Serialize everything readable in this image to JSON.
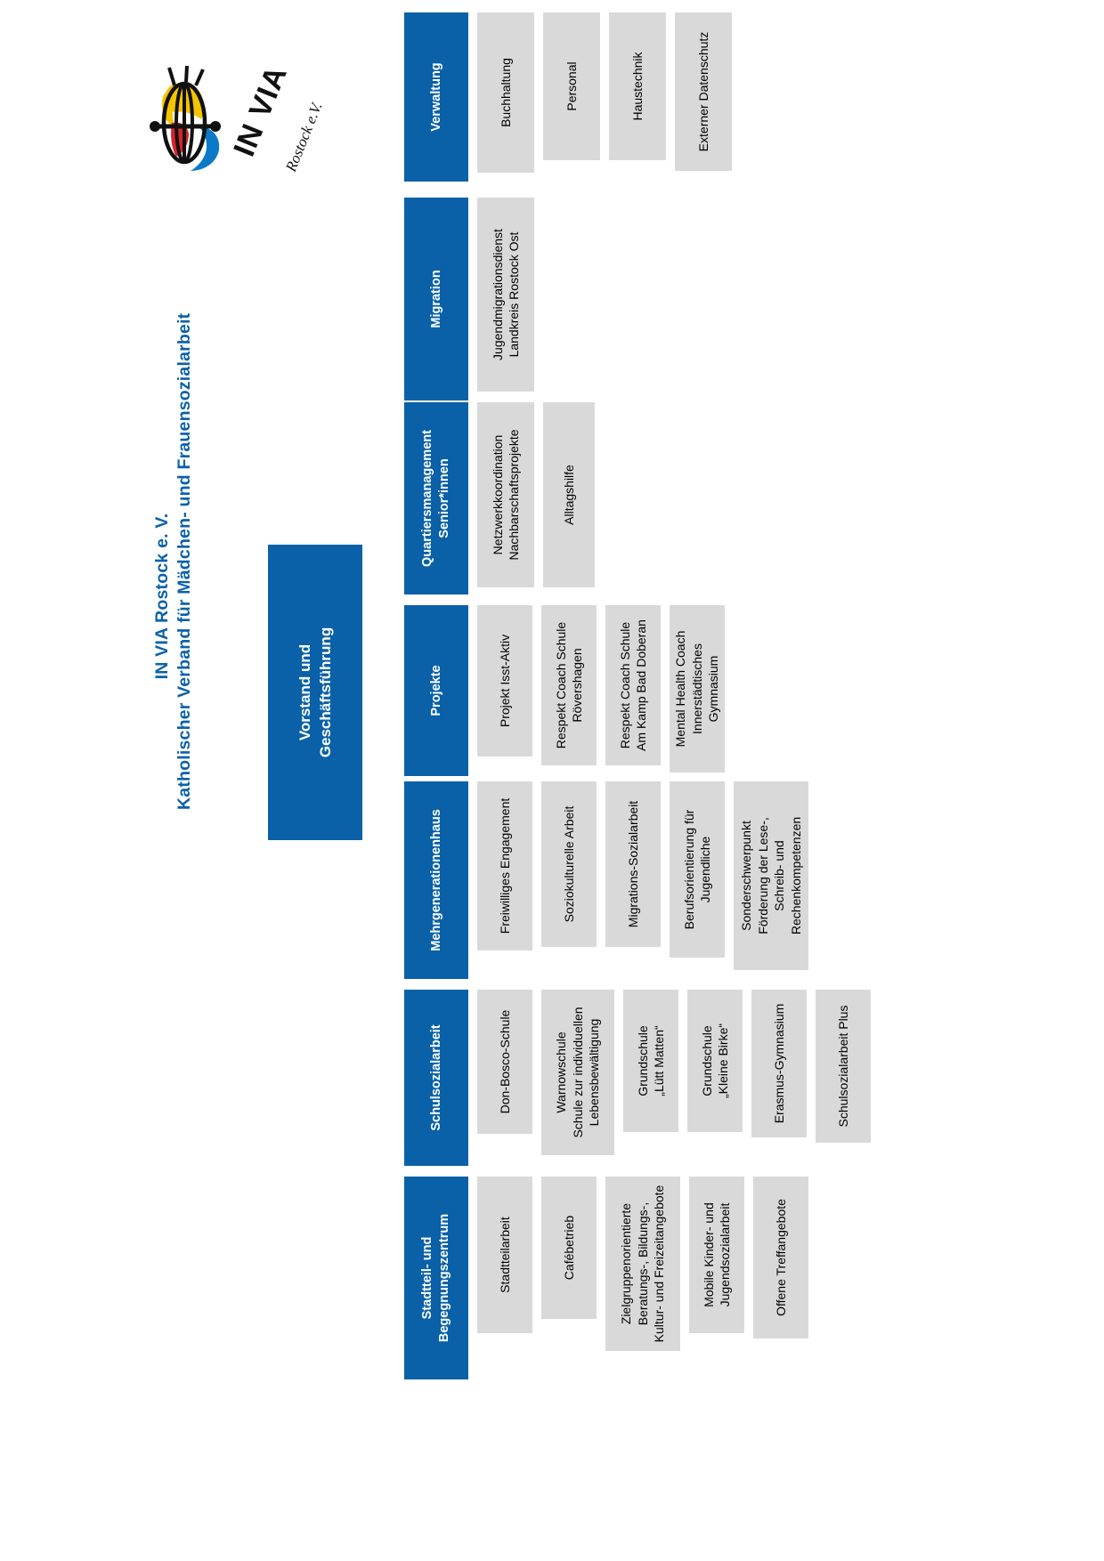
{
  "document": {
    "organization": "IN VIA Rostock e. V.",
    "title_line1": "IN VIA Rostock e. V.",
    "title_line2": "Katholischer Verband für Mädchen- und Frauensozialarbeit",
    "logo_text_main": "IN VIA",
    "logo_text_sub": "Rostock e.V.",
    "colors": {
      "brand_blue": "#0A61A8",
      "box_gray": "#D9D9D9",
      "logo_yellow": "#F5C400",
      "logo_red": "#D8232A",
      "logo_blue": "#0A79C8",
      "logo_black": "#000000",
      "text_white": "#FFFFFF",
      "text_black": "#000000"
    }
  },
  "top_node": {
    "label": "Vorstand und\nGeschäftsführung"
  },
  "departments": [
    {
      "id": "verwaltung",
      "label": "Verwaltung",
      "items": [
        "Buchhaltung",
        "Personal",
        "Haustechnik",
        "Externer Datenschutz"
      ]
    },
    {
      "id": "migration",
      "label": "Migration",
      "items": [
        "Jugendmigrationsdienst\nLandkreis Rostock Ost"
      ]
    },
    {
      "id": "quartiersmanagement",
      "label": "Quartiersmanagement\nSenior*innen",
      "items": [
        "Netzwerkkoordination\nNachbarschaftsprojekte",
        "Alltagshilfe"
      ]
    },
    {
      "id": "projekte",
      "label": "Projekte",
      "items": [
        "Projekt Isst-Aktiv",
        "Respekt Coach Schule\nRövershagen",
        "Respekt Coach Schule\nAm Kamp Bad Doberan",
        "Mental Health Coach\nInnerstädtisches\nGymnasium"
      ]
    },
    {
      "id": "mehrgenerationenhaus",
      "label": "Mehrgenerationenhaus",
      "items": [
        "Freiwilliges Engagement",
        "Soziokulturelle Arbeit",
        "Migrations-Sozialarbeit",
        "Berufsorientierung für\nJugendliche",
        "Sonderschwerpunkt\nFörderung der Lese-,\nSchreib- und\nRechenkompetenzen"
      ]
    },
    {
      "id": "schulsozialarbeit",
      "label": "Schulsozialarbeit",
      "items": [
        "Don-Bosco-Schule",
        "Warnowschule\nSchule zur individuellen\nLebensbewältigung",
        "Grundschule\n„Lütt Matten“",
        "Grundschule\n„Kleine Birke“",
        "Erasmus-Gymnasium",
        "Schulsozialarbeit Plus"
      ]
    },
    {
      "id": "stadtteil",
      "label": "Stadtteil- und\nBegegnungszentrum",
      "items": [
        "Stadtteilarbeit",
        "Cafébetrieb",
        "Zielgruppenorientierte\nBeratungs-, Bildungs-,\nKultur- und Freizeitangebote",
        "Mobile Kinder- und\nJugendsozialarbeit",
        "Offene Treffangebote"
      ]
    }
  ]
}
